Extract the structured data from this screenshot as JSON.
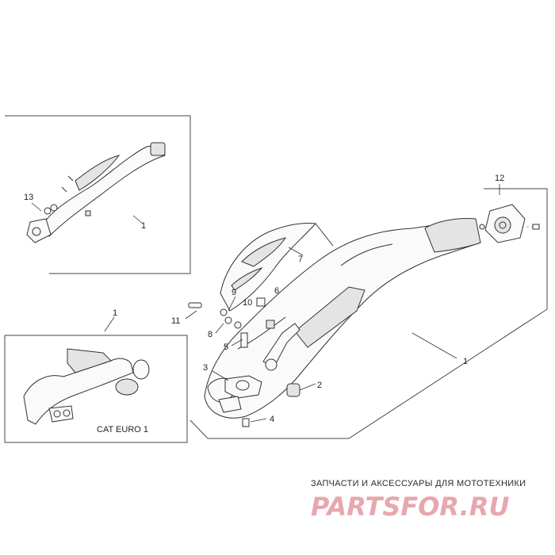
{
  "callouts": {
    "c1_top": "1",
    "c13": "13",
    "c12": "12",
    "c7": "7",
    "c6": "6",
    "c10": "10",
    "c9": "9",
    "c11": "11",
    "c8": "8",
    "c5": "5",
    "c3": "3",
    "c2": "2",
    "c4": "4",
    "c1_main": "1",
    "c1_left": "1"
  },
  "variant_label": "CAT EURO 1",
  "watermark": {
    "tagline": "ЗАПЧАСТИ И АКСЕССУАРЫ ДЛЯ МОТОТЕХНИКИ",
    "logo_text": "PARTSFOR.RU",
    "logo_color": "#e8a7ad"
  }
}
